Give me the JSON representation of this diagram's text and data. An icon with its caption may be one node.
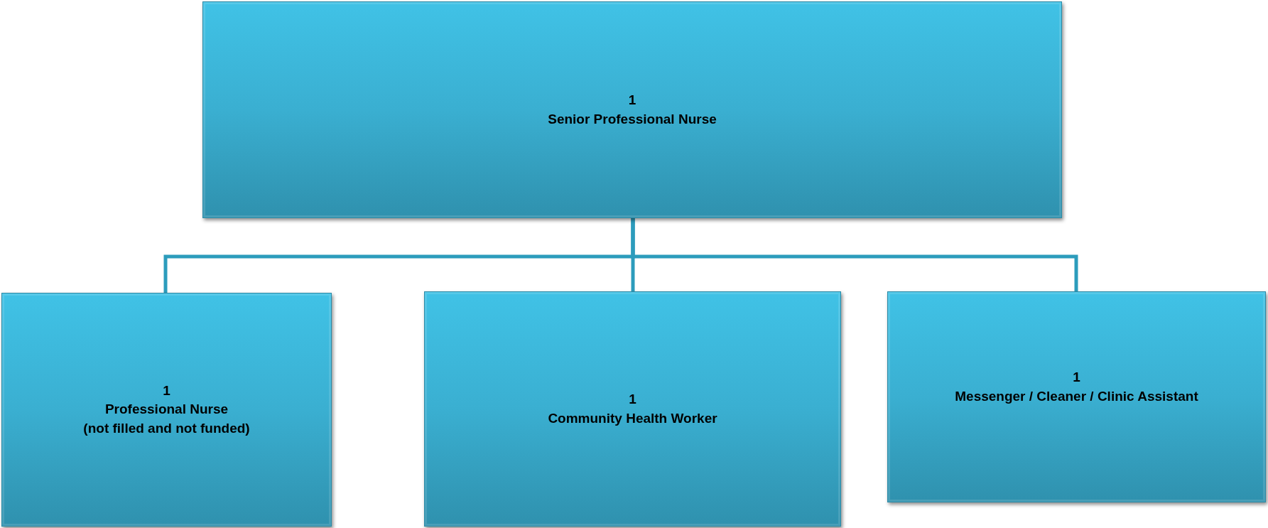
{
  "diagram": {
    "nodes": [
      {
        "text": [
          "1",
          "Senior Professional Nurse"
        ]
      },
      {
        "text": [
          "1",
          "Professional Nurse",
          "(not filled and not funded)"
        ]
      },
      {
        "text": [
          "1",
          "Community Health Worker"
        ]
      },
      {
        "text": [
          "1",
          "Messenger / Cleaner / Clinic Assistant"
        ]
      }
    ],
    "edges": [
      {
        "from": 0,
        "to": 1,
        "arrow": "none"
      },
      {
        "from": 0,
        "to": 2,
        "arrow": "none"
      },
      {
        "from": 0,
        "to": 3,
        "arrow": "none"
      }
    ]
  }
}
